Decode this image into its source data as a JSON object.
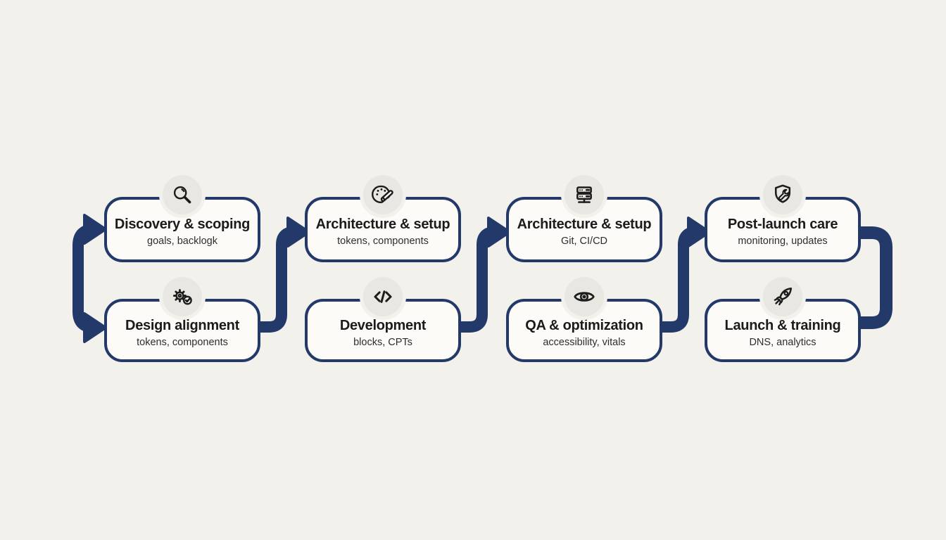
{
  "colors": {
    "background": "#f3f1ec",
    "card_fill": "#fcfbf8",
    "outline_navy": "#22396a",
    "icon_circle": "#e9e7e2",
    "icon_stroke": "#1c1c1c",
    "title_text": "#1b1b1b",
    "subtitle_text": "#2d2d2d"
  },
  "steps": [
    {
      "icon": "search-icon",
      "title": "Discovery & scoping",
      "subtitle": "goals, backlogk"
    },
    {
      "icon": "gear-check-icon",
      "title": "Design alignment",
      "subtitle": "tokens, components"
    },
    {
      "icon": "palette-brush-icon",
      "title": "Architecture & setup",
      "subtitle": "tokens, components"
    },
    {
      "icon": "code-icon",
      "title": "Development",
      "subtitle": "blocks, CPTs"
    },
    {
      "icon": "server-icon",
      "title": "Architecture & setup",
      "subtitle": "Git, CI/CD"
    },
    {
      "icon": "eye-icon",
      "title": "QA & optimization",
      "subtitle": "accessibility, vitals"
    },
    {
      "icon": "shield-wrench-icon",
      "title": "Post-launch care",
      "subtitle": "monitoring, updates"
    },
    {
      "icon": "rocket-icon",
      "title": "Launch & training",
      "subtitle": "DNS, analytics"
    }
  ],
  "connections": [
    {
      "from": "Discovery & scoping",
      "to": "Design alignment",
      "style": "left-loop-double-arrow"
    },
    {
      "from": "Design alignment",
      "to": "Architecture & setup",
      "style": "s-curve-arrow"
    },
    {
      "from": "Development",
      "to": "Architecture & setup",
      "style": "s-curve-arrow"
    },
    {
      "from": "QA & optimization",
      "to": "Post-launch care",
      "style": "s-curve-arrow"
    },
    {
      "from": "Post-launch care",
      "to": "Launch & training",
      "style": "right-loop"
    }
  ]
}
